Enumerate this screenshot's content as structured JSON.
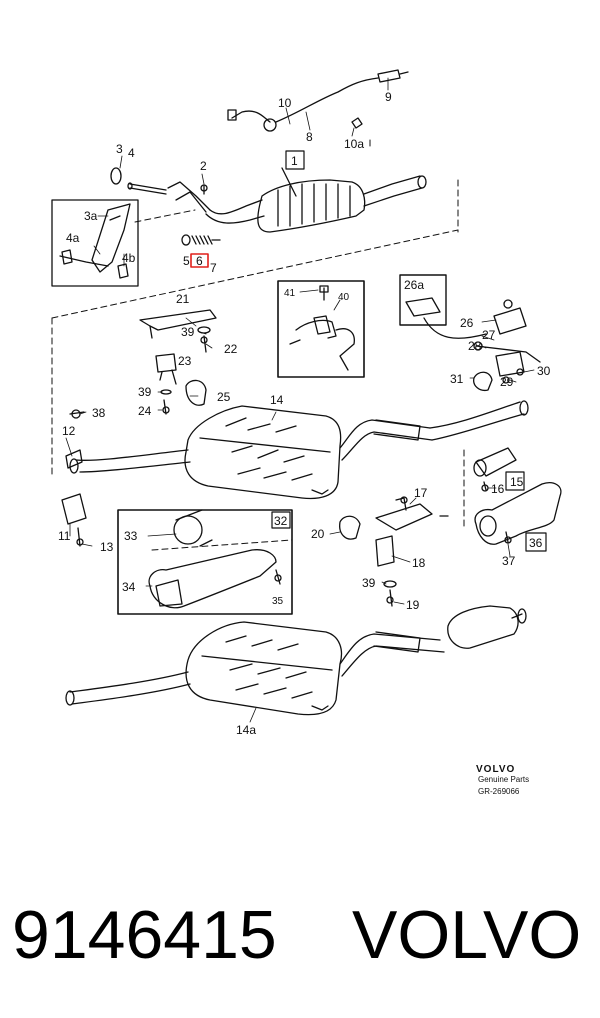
{
  "labels": {
    "l1": "1",
    "l2": "2",
    "l3": "3",
    "l3a": "3a",
    "l4": "4",
    "l4a": "4a",
    "l4b": "4b",
    "l5": "5",
    "l6": "6",
    "l7": "7",
    "l8": "8",
    "l9": "9",
    "l10": "10",
    "l10a": "10a",
    "l11": "11",
    "l12": "12",
    "l13": "13",
    "l14": "14",
    "l14a": "14a",
    "l15": "15",
    "l16": "16",
    "l17": "17",
    "l18": "18",
    "l19": "19",
    "l20": "20",
    "l21": "21",
    "l22": "22",
    "l23": "23",
    "l24": "24",
    "l25": "25",
    "l26": "26",
    "l26a": "26a",
    "l27": "27",
    "l28": "28",
    "l29": "29",
    "l30": "30",
    "l31": "31",
    "l32": "32",
    "l33": "33",
    "l34": "34",
    "l35": "35",
    "l36": "36",
    "l37": "37",
    "l38": "38",
    "l39a": "39",
    "l39b": "39",
    "l39c": "39",
    "l40": "40",
    "l41": "41"
  },
  "brand_block": {
    "logo": "VOLVO",
    "subtitle": "Genuine Parts",
    "ref": "GR-269066"
  },
  "footer": {
    "part_number": "9146415",
    "brand": "VOLVO"
  },
  "colors": {
    "line": "#111111",
    "highlight": "#e0201b"
  }
}
